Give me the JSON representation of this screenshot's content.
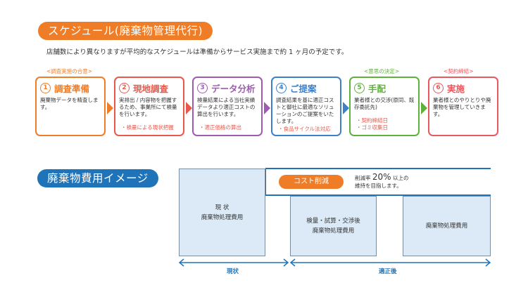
{
  "schedule": {
    "title": "スケジュール(廃棄物管理代行)",
    "intro": "店舗数により異なりますが平均的なスケジュールは準備からサービス実施まで約 1 ヶ月の予定です。",
    "annotations": [
      "<調査実施の合意>",
      "<意思の決定>",
      "<契約締結>"
    ],
    "steps": [
      {
        "num": "1",
        "label": "調査準備",
        "color": "#ef7d27",
        "desc": "廃棄物データを精査します。",
        "notes": []
      },
      {
        "num": "2",
        "label": "現地調査",
        "color": "#e9584a",
        "desc": "実排出 / 内容物を把握するため、事業所にて検量を行います。",
        "notes": [
          "・検量による現状把握"
        ]
      },
      {
        "num": "3",
        "label": "データ分析",
        "color": "#9e5cb0",
        "desc": "検量結果による当社実績データより適正コストの算出を行います。",
        "notes": [
          "・適正価格の算出"
        ]
      },
      {
        "num": "4",
        "label": "ご提案",
        "color": "#3d7fc8",
        "desc": "調査結果を基に適正コストと御社に最適なソリューションのご提案をいたします。",
        "notes": [
          "・食品サイクル法対応"
        ]
      },
      {
        "num": "5",
        "label": "手配",
        "color": "#5eb13a",
        "desc": "業者様との交渉(原同、既存委託先)",
        "notes": [
          "・契約締結日",
          "・ゴミ収集日"
        ]
      },
      {
        "num": "6",
        "label": "実施",
        "color": "#e9585f",
        "desc": "業者様とのやりとりや廃棄物を管理していきます。",
        "notes": []
      }
    ]
  },
  "cost": {
    "title": "廃棄物費用イメージ",
    "current_box": {
      "line1": "現 状",
      "line2": "廃棄物処理費用"
    },
    "middle_box": {
      "line1": "検量・試算・交渉後",
      "line2": "廃棄物処理費用"
    },
    "right_box": {
      "line1": "廃棄物処理費用"
    },
    "badge": "コスト削減",
    "note_prefix": "削減率",
    "note_value": "20%",
    "note_suffix": "以上の",
    "note_line2": "維持を目指します。",
    "axis_current": "現状",
    "axis_after": "適正後"
  }
}
